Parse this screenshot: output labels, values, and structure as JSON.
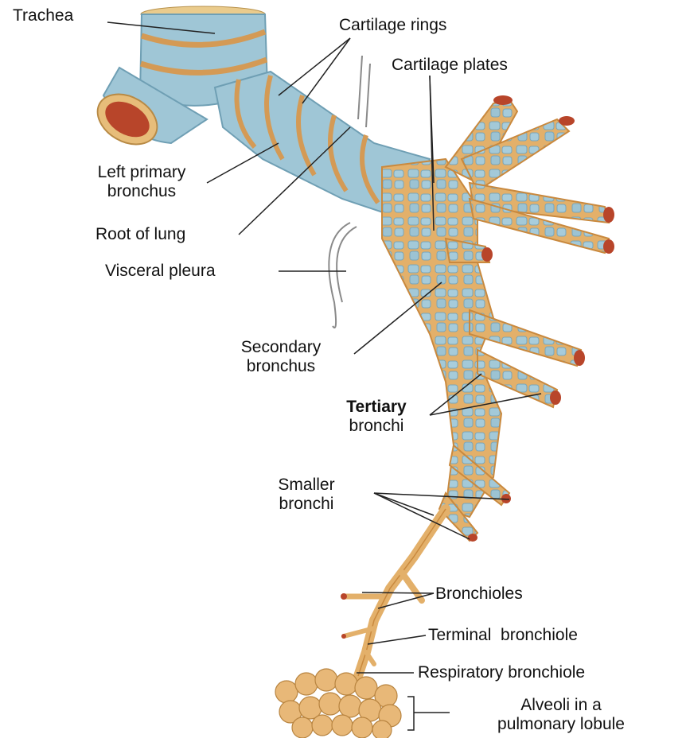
{
  "labels": {
    "trachea": "Trachea",
    "cartilage_rings": "Cartilage rings",
    "cartilage_plates": "Cartilage plates",
    "left_primary_bronchus_1": "Left primary",
    "left_primary_bronchus_2": "bronchus",
    "root_of_lung": "Root of lung",
    "visceral_pleura": "Visceral pleura",
    "secondary_bronchus_1": "Secondary",
    "secondary_bronchus_2": "bronchus",
    "tertiary_bronchi_1": "Tertiary",
    "tertiary_bronchi_2": "bronchi",
    "smaller_bronchi_1": "Smaller",
    "smaller_bronchi_2": "bronchi",
    "bronchioles": "Bronchioles",
    "terminal_bronchiole": "Terminal  bronchiole",
    "respiratory_bronchiole": "Respiratory bronchiole",
    "alveoli_1": "Alveoli in a",
    "alveoli_2": "pulmonary lobule"
  },
  "colors": {
    "cartilage": "#9fc6d6",
    "cartilage_dark": "#6f9fb4",
    "tissue": "#e9b66f",
    "tissue_dark": "#c9893e",
    "lumen": "#b8452a",
    "alveoli": "#e8b878",
    "line": "#222222"
  }
}
